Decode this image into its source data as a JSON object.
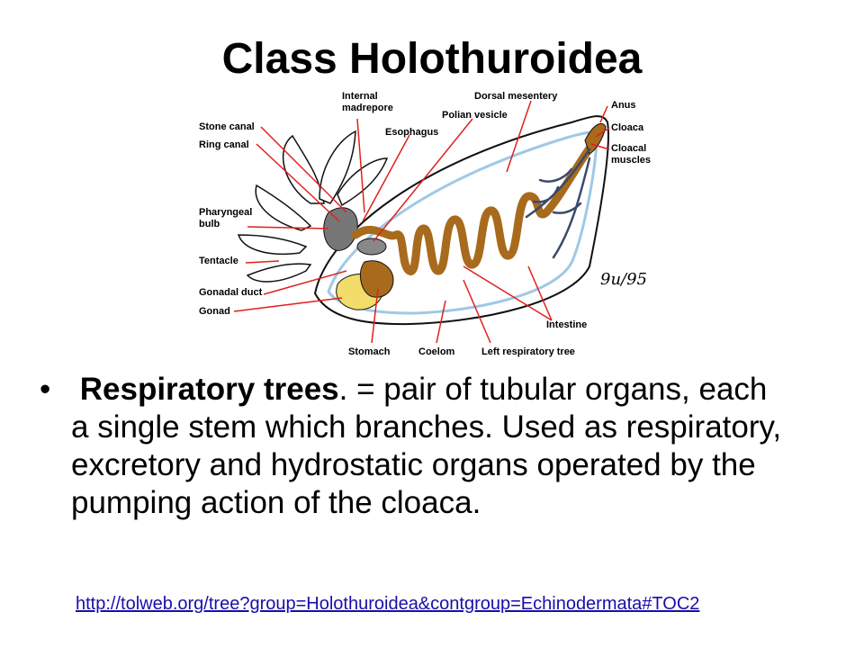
{
  "slide": {
    "title": "Class Holothuroidea",
    "bullet_marker": "•",
    "bullet_bold": "Respiratory trees",
    "bullet_rest": ". = pair of tubular organs, each a single stem which branches. Used as respiratory, excretory and hydrostatic organs operated by the pumping action of the cloaca.",
    "link": "http://tolweb.org/tree?group=Holothuroidea&contgroup=Echinodermata#TOC2"
  },
  "diagram": {
    "signature": "9u/95",
    "labels": {
      "internal_madrepore_1": "Internal",
      "internal_madrepore_2": "madrepore",
      "dorsal_mesentery": "Dorsal mesentery",
      "anus": "Anus",
      "polian_vesicle": "Polian vesicle",
      "esophagus": "Esophagus",
      "stone_canal": "Stone canal",
      "ring_canal": "Ring canal",
      "cloaca": "Cloaca",
      "cloacal_muscles_1": "Cloacal",
      "cloacal_muscles_2": "muscles",
      "pharyngeal_bulb_1": "Pharyngeal",
      "pharyngeal_bulb_2": "bulb",
      "tentacle": "Tentacle",
      "gonadal_duct": "Gonadal duct",
      "gonad": "Gonad",
      "intestine": "Intestine",
      "stomach": "Stomach",
      "coelom": "Coelom",
      "left_respiratory_tree": "Left respiratory tree"
    },
    "colors": {
      "pointer": "#e0201c",
      "gut": "#a86a1c",
      "water_vascular": "#9fc9e6",
      "gonad": "#f2dc6a",
      "outline": "#111111"
    }
  }
}
